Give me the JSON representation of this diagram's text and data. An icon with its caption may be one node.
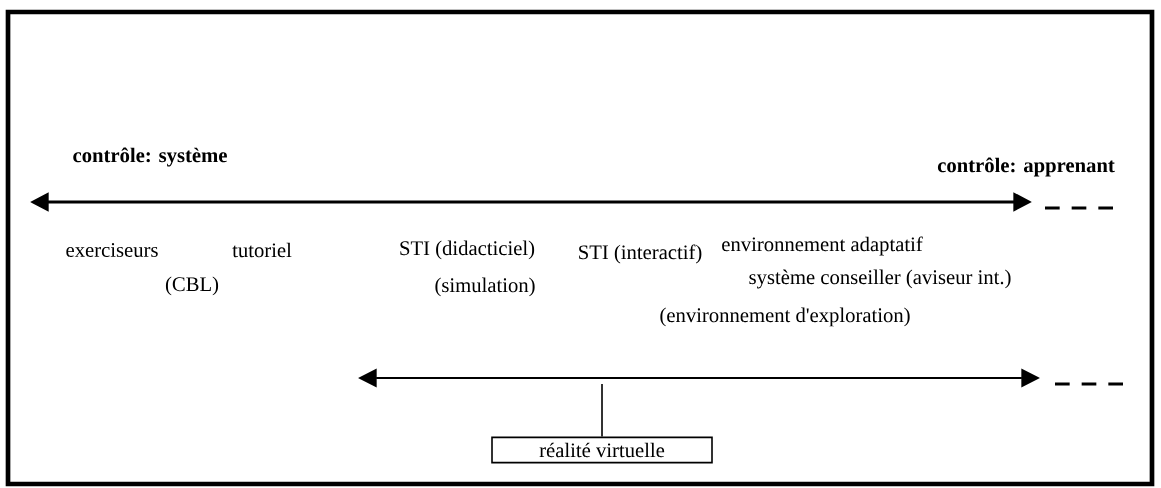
{
  "diagram": {
    "nodes": [
      {
        "text": [],
        "shape": "arrow"
      },
      {
        "text": [],
        "shape": "arrow"
      },
      {
        "text": [
          "réalité virtuelle"
        ]
      }
    ],
    "edges": [
      {
        "from": 2,
        "to": 1,
        "arrow": "none"
      }
    ],
    "labels": [
      "contrôle: système",
      "contrôle: apprenant",
      "exerciseurs",
      "tutoriel",
      "STI (didacticiel)",
      "STI (interactif)",
      "environnement adaptatif",
      "(CBL)",
      "(simulation)",
      "système conseiller (aviseur int.)",
      "(environnement d'exploration)"
    ]
  }
}
